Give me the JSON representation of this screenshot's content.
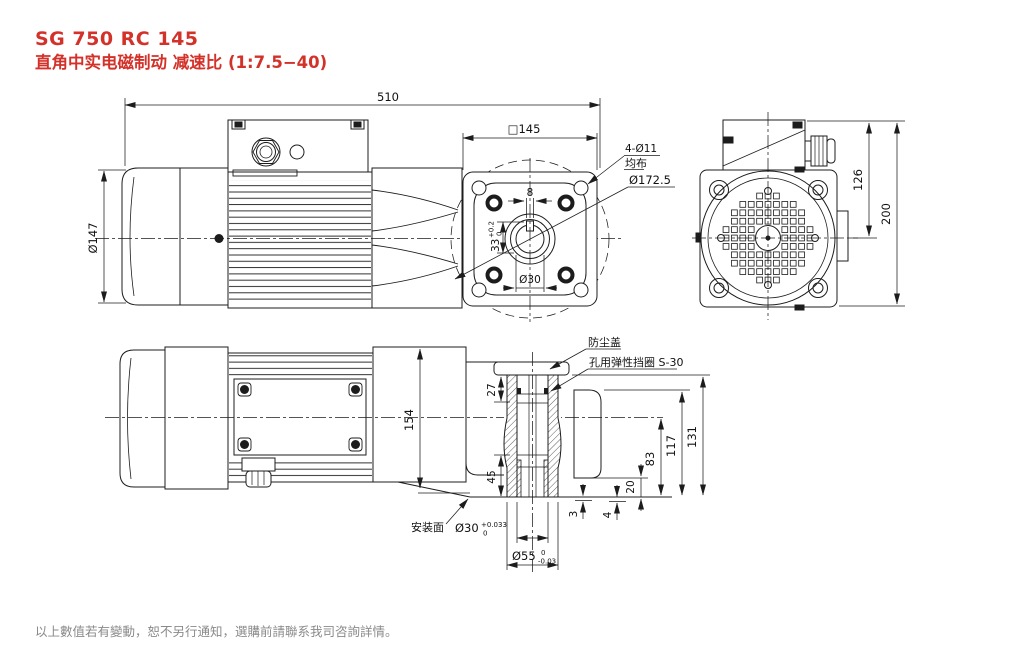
{
  "header": {
    "model": "SG 750 RC 145",
    "subtitle": "直角中实电磁制动  减速比 (1:7.5−40)"
  },
  "colors": {
    "accent": "#d3322a",
    "line": "#1c1c1c",
    "muted": "#8a8a8a"
  },
  "footer": {
    "note": "以上數值若有變動，恕不另行通知，選購前請聯系我司咨詢詳情。"
  },
  "views": {
    "side": {
      "dim_length": "510",
      "dim_fan_dia": "Ø147"
    },
    "front": {
      "dim_square": "□145",
      "label_holes": "4-Ø11",
      "label_holes_note": "均布",
      "dim_bolt_circle": "Ø172.5",
      "dim_key_width": "8",
      "dim_key_height": "33",
      "key_tol_up": "+0.2",
      "key_tol_dn": "0",
      "dim_bore": "Ø30"
    },
    "rear": {
      "dim_box_to_center": "126",
      "dim_total_height": "200"
    },
    "plan": {
      "dim_body": "154",
      "label_mount": "安装面"
    },
    "section": {
      "label_dust_cover": "防尘盖",
      "label_circlip": "孔用弹性挡圈 S-30",
      "dim_27": "27",
      "dim_45": "45",
      "dim_131": "131",
      "dim_117": "117",
      "dim_83": "83",
      "dim_20": "20",
      "dim_3": "3",
      "dim_4": "4",
      "dim_bore": "Ø30",
      "bore_tol_up": "+0.033",
      "bore_tol_dn": "0",
      "dim_hub": "Ø55",
      "hub_tol_up": "0",
      "hub_tol_dn": "-0.03"
    }
  }
}
